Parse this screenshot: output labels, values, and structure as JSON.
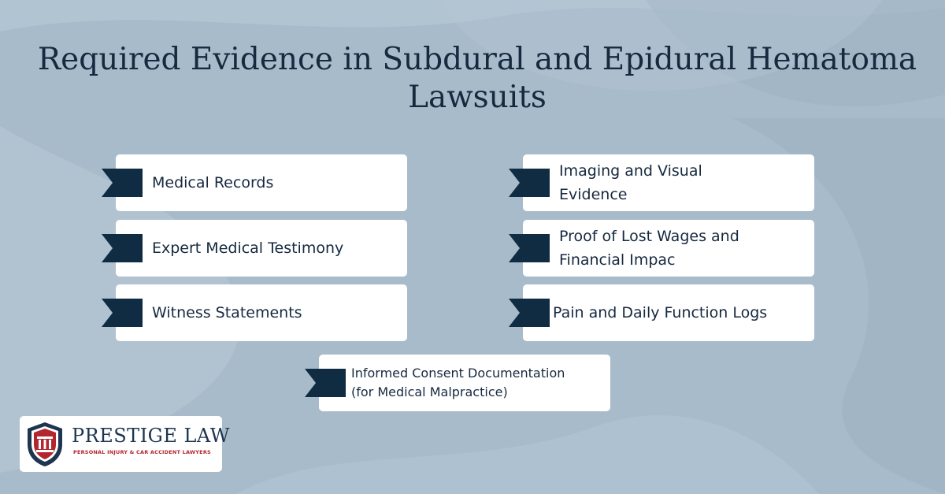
{
  "title": "Required Evidence in Subdural and Epidural Hematoma Lawsuits",
  "items": [
    {
      "label": "Medical Records"
    },
    {
      "label": "Imaging and Visual Evidence"
    },
    {
      "label": "Expert Medical Testimony"
    },
    {
      "label": "Proof of Lost Wages and Financial Impac"
    },
    {
      "label": "Witness Statements"
    },
    {
      "label": "Pain and Daily Function Logs"
    },
    {
      "label": "Informed Consent Documentation (for Medical Malpractice)"
    }
  ],
  "logo": {
    "name": "PRESTIGE LAW",
    "tagline": "PERSONAL INJURY & CAR ACCIDENT LAWYERS"
  },
  "colors": {
    "background": "#a9bccb",
    "ribbon": "#0f2c42",
    "title": "#16293f",
    "logo_red": "#b3262e"
  }
}
